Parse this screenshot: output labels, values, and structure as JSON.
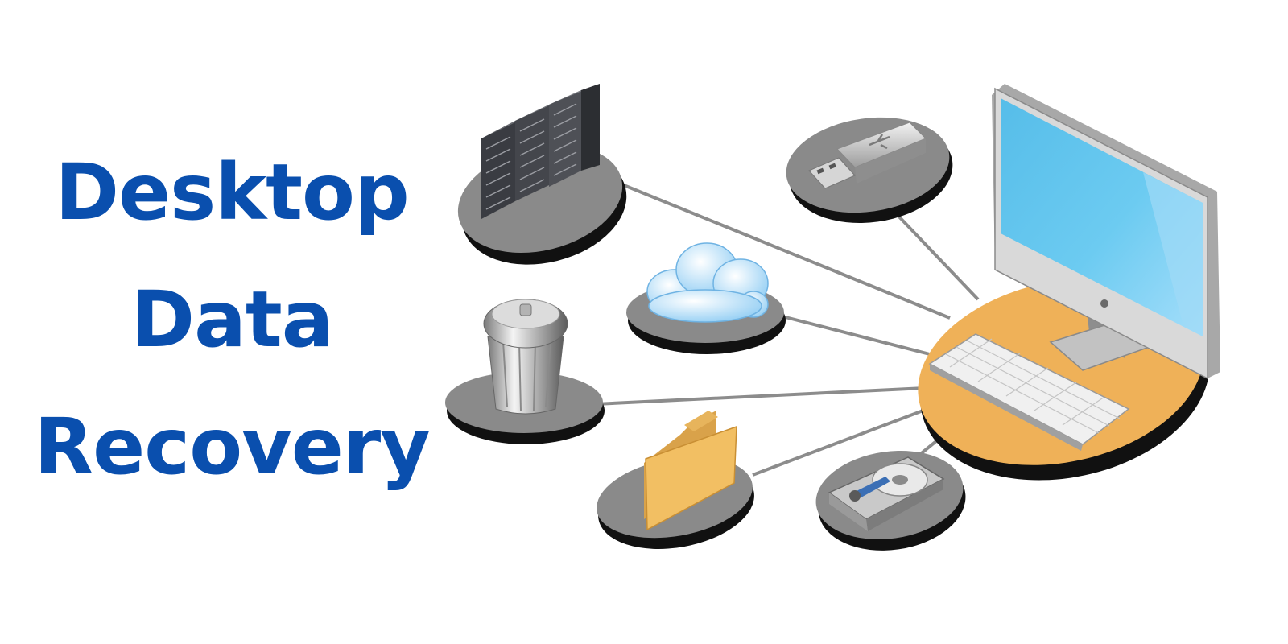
{
  "headline": {
    "lines": [
      "Desktop",
      "Data",
      "Recovery"
    ],
    "color": "#0a4fae"
  },
  "diagram": {
    "hub": "desktop-computer",
    "sources": [
      {
        "name": "server-rack",
        "icon": "server-icon"
      },
      {
        "name": "usb-drive",
        "icon": "usb-icon"
      },
      {
        "name": "cloud-storage",
        "icon": "cloud-icon"
      },
      {
        "name": "recycle-bin",
        "icon": "trash-icon"
      },
      {
        "name": "folder",
        "icon": "folder-icon"
      },
      {
        "name": "hard-drive",
        "icon": "hard-drive-icon"
      }
    ],
    "colors": {
      "platform": "#8a8a8a",
      "platform_shadow": "#111111",
      "hub_platform": "#efb158",
      "connector": "#8c8c8c",
      "screen": "#5fc3ee",
      "folder": "#f2bf63",
      "cloud": "#b9e2fb"
    }
  }
}
